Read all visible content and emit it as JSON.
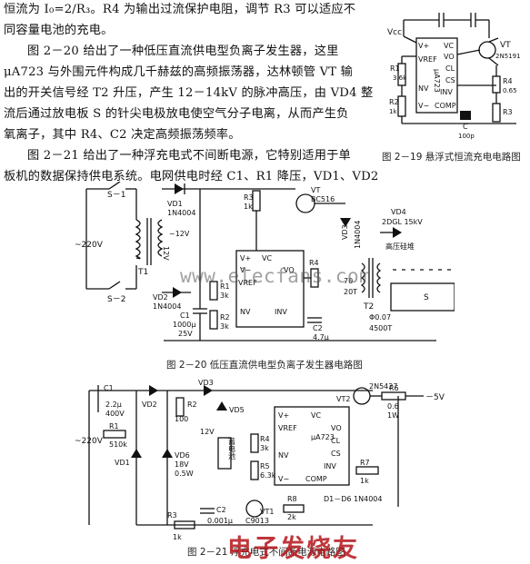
{
  "article": {
    "p1_line1": "恒流为 I₀=2/R₃。R4 为输出过流保护电阻，调节 R3 可以适应不",
    "p1_line2": "同容量电池的充电。",
    "p2_line1": "图 2－20 给出了一种低压直流供电型负离子发生器，这里",
    "p2_line2": "μA723 与外围元件构成几千赫兹的高频振荡器，达林顿管 VT 输",
    "p2_line3": "出的开关信号经 T2 升压，产生 12－14kV 的脉冲高压，由 VD4 整",
    "p2_line4": "流后通过放电板 S 的针尖电极放电使空气分子电离，从而产生负",
    "p2_line5": "氧离子，其中 R4、C2 决定高频振荡频率。",
    "p3_line1": "图 2－21 给出了一种浮充电式不间断电源，它特别适用于单",
    "p3_line2": "板机的数据保持供电系统。电网供电时经 C1、R1 降压，VD1、VD2"
  },
  "captions": {
    "fig19": "图 2－19  悬浮式恒流充电电路图",
    "fig20": "图 2－20  低压直流供电型负离子发生器电路图",
    "fig21": "图 2－21  浮充电式不间断电源电路图"
  },
  "fig19_labels": {
    "vplus": "V+",
    "vc": "VC",
    "vref": "VREF",
    "vo": "VO",
    "chip": "μA723",
    "cl": "CL",
    "cs": "CS",
    "nv": "NV",
    "inv": "INV",
    "vminus": "V−",
    "comp": "COMP",
    "vt": "VT",
    "vt_part": "2N5191",
    "r1": "R1",
    "r1_val": "3.6k",
    "r2": "R2",
    "r2_val": "1k",
    "r4": "R4",
    "r4_val": "0.65",
    "r3": "R3",
    "c": "C",
    "c_val": "100p",
    "vcc": "Vcc"
  },
  "fig20_labels": {
    "s1": "S－1",
    "s2": "S－2",
    "mains": "~220V",
    "t1": "T1",
    "vd1": "VD1",
    "vd1_part": "1N4004",
    "v12": "12V",
    "out12": "~12V",
    "vd2": "VD2",
    "vd2_part": "1N4004",
    "c1": "C1",
    "c1_val": "1000μ",
    "c1_volt": "25V",
    "r1": "R1",
    "r1_val": "3k",
    "r2": "R2",
    "r2_val": "3k",
    "r3": "R3",
    "r3_val": "1k",
    "vt": "VT",
    "vt_part": "BC516",
    "vplus": "V+",
    "vc": "VC",
    "vo": "VO",
    "vref": "VREF",
    "vminus": "V−",
    "nv": "NV",
    "inv": "INV",
    "r4": "R4",
    "c2": "C2",
    "c2_val": "4.7μ",
    "vd3": "VD3",
    "vd3_part": "1N4004",
    "n_turns": "70",
    "n_turns2": "20T",
    "t2": "T2",
    "vd4": "VD4",
    "vd4_part": "2DGL 15kV",
    "hv": "高压硅堆",
    "wire1": "Φ0.07",
    "wire2": "4500T",
    "s": "S"
  },
  "fig21_labels": {
    "c1": "C1",
    "c1_val": "2.2μ",
    "c1_volt": "400V",
    "mains": "~220V",
    "r1": "R1",
    "r1_val": "510k",
    "vd1": "VD1",
    "vd2": "VD2",
    "vd3": "VD3",
    "vd5": "VD5",
    "vd6": "VD6",
    "vd6_val": "18V",
    "vd6_w": "0.5W",
    "r2": "R2",
    "r2_val": "100",
    "bat": "12V",
    "bat_name": "蓄电池",
    "r4": "R4",
    "r4_val": "3k",
    "r5": "R5",
    "r5_val": "6.3k",
    "vt2": "VT2",
    "vt2_part": "2N5427",
    "r6": "R6",
    "r6_val": "0.6",
    "r6_w": "1W",
    "out": "－5V",
    "chip": "μA723",
    "vplus": "V+",
    "vc": "VC",
    "vref": "VREF",
    "vo": "VO",
    "cl": "CL",
    "cs": "CS",
    "nv": "NV",
    "inv": "INV",
    "vminus": "V−",
    "comp": "COMP",
    "r7": "R7",
    "r7_val": "1k",
    "diodes": "D1－D6 1N4004",
    "r8": "R8",
    "r8_val": "2k",
    "r3": "R3",
    "r3_val": "1k",
    "c2": "C2",
    "c2_val": "0.001μ",
    "vt1": "VT1",
    "vt1_part": "C9013"
  },
  "watermark": "www.elecfans.com",
  "logo": "电子发烧友"
}
